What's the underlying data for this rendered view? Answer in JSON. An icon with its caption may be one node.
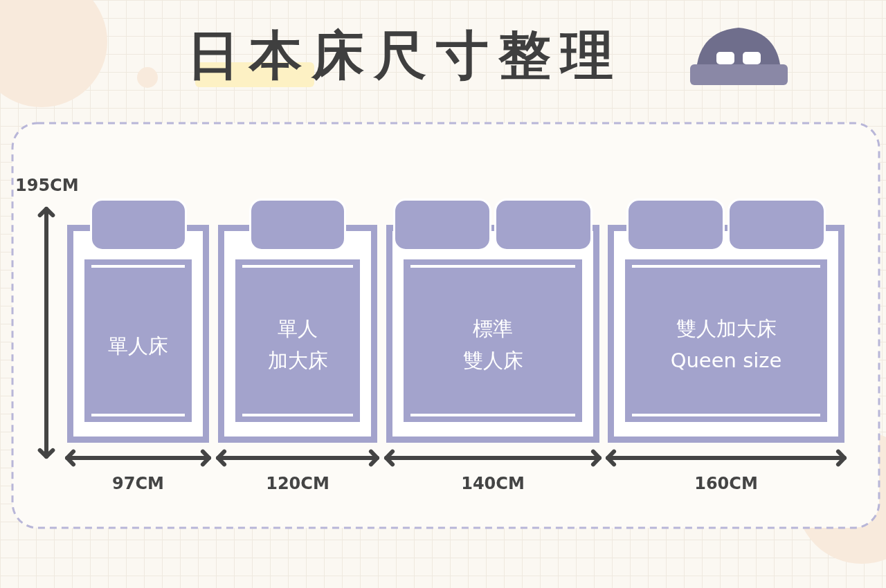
{
  "diagram": {
    "title": "日本床尺寸整理",
    "nodes": [
      {
        "text": [
          "單人床"
        ]
      },
      {
        "text": [
          "單人加大床"
        ]
      },
      {
        "text": [
          "標準雙人床"
        ]
      },
      {
        "text": [
          "雙人加大床 Queen size"
        ]
      }
    ],
    "labels": [
      "195CM",
      "97CM",
      "120CM",
      "140CM",
      "160CM"
    ]
  }
}
